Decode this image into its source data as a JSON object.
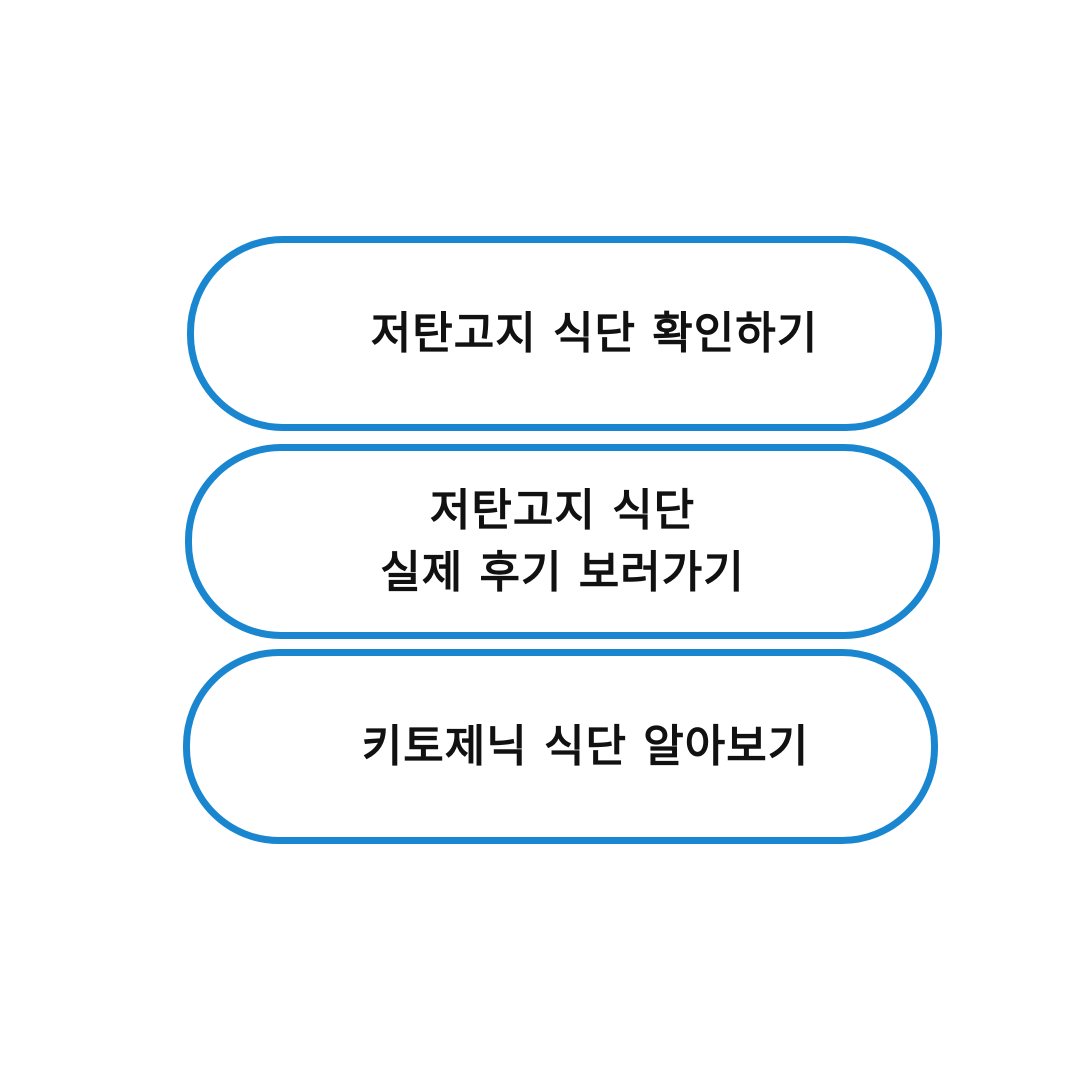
{
  "accent_color": "#1a86d0",
  "buttons": [
    {
      "lines": [
        "저탄고지 식단 확인하기"
      ]
    },
    {
      "lines": [
        "저탄고지 식단",
        "실제 후기 보러가기"
      ]
    },
    {
      "lines": [
        "키토제닉 식단 알아보기"
      ]
    }
  ]
}
